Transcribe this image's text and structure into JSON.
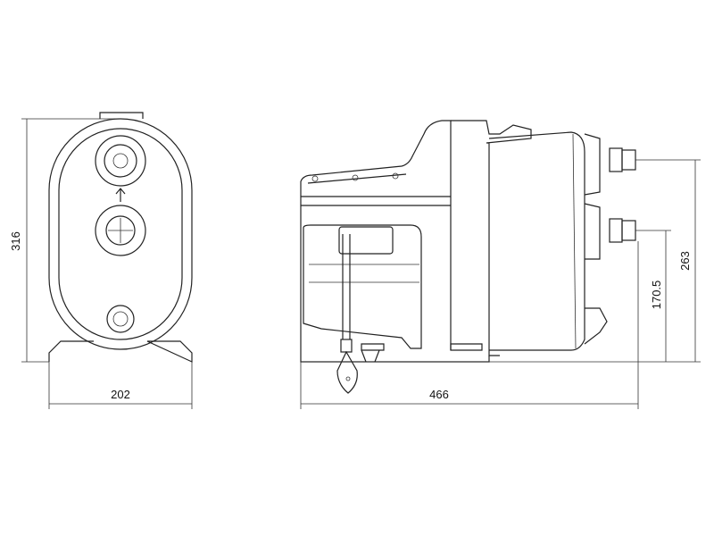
{
  "dimensions": {
    "height_total": "316",
    "width_front": "202",
    "length_side": "466",
    "inlet_height": "170.5",
    "outlet_height": "263"
  },
  "colors": {
    "line": "#222222",
    "background": "#ffffff"
  }
}
